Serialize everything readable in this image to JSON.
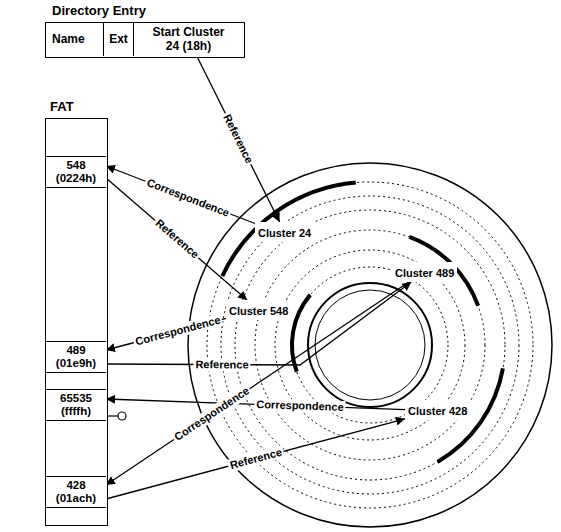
{
  "diagram": {
    "nodes": [
      {
        "text": [
          "Directory Entry"
        ]
      },
      {
        "text": [
          "Name"
        ],
        "in": 0
      },
      {
        "text": [
          "Ext"
        ],
        "in": 0
      },
      {
        "text": [
          "Start Cluster 24 (18h)"
        ],
        "in": 0
      },
      {
        "text": [
          "FAT"
        ]
      },
      {
        "text": [
          "548 (0224h)"
        ],
        "in": 4
      },
      {
        "text": [
          "489 (01e9h)"
        ],
        "in": 4
      },
      {
        "text": [
          "65535 (ffffh)"
        ],
        "in": 4
      },
      {
        "text": [
          "428 (01ach)"
        ],
        "in": 4
      },
      {
        "text": [
          "Cluster 24"
        ]
      },
      {
        "text": [
          "Cluster 489"
        ]
      },
      {
        "text": [
          "Cluster 548"
        ]
      },
      {
        "text": [
          "Cluster 428"
        ]
      }
    ],
    "edges": [
      {
        "from": 3,
        "to": 9,
        "label": "Reference",
        "arrow": "to"
      },
      {
        "from": 9,
        "to": 5,
        "label": "Correspondence",
        "arrow": "to"
      },
      {
        "from": 5,
        "to": 11,
        "label": "Reference",
        "arrow": "to"
      },
      {
        "from": 11,
        "to": 6,
        "label": "Correspondence",
        "arrow": "to"
      },
      {
        "from": 6,
        "to": 10,
        "label": "Reference",
        "arrow": "to"
      },
      {
        "from": 10,
        "to": 8,
        "label": "Correspondence",
        "arrow": "to"
      },
      {
        "from": 12,
        "to": 7,
        "label": "Correspondence",
        "arrow": "to"
      },
      {
        "from": 8,
        "to": 12,
        "label": "Reference",
        "arrow": "to"
      }
    ]
  }
}
